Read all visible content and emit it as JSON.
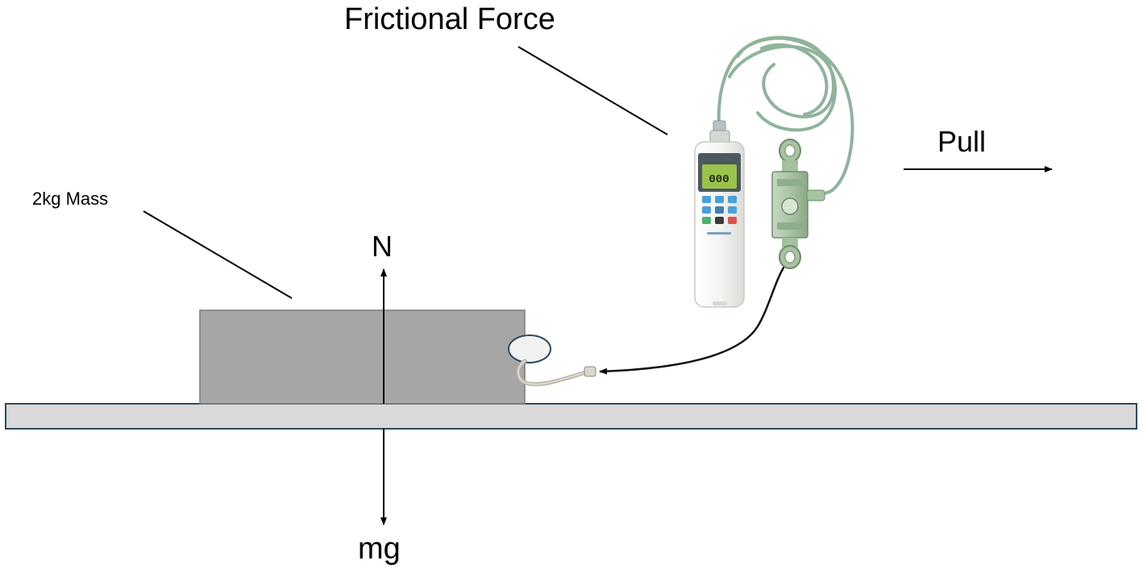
{
  "labels": {
    "frictional_force": "Frictional Force",
    "pull": "Pull",
    "mass": "2kg Mass",
    "normal_force": "N",
    "weight": "mg"
  },
  "meter": {
    "display_readout": "000"
  },
  "colors": {
    "block": "#a6a6a6",
    "surface": "#d9d9d9",
    "surface_border": "#2e4a5e",
    "cable": "#8fb39b",
    "sensor": "#a8c3a4",
    "meter_body": "#f3f3f1",
    "meter_screen": "#9bc24a",
    "line": "#000000"
  }
}
